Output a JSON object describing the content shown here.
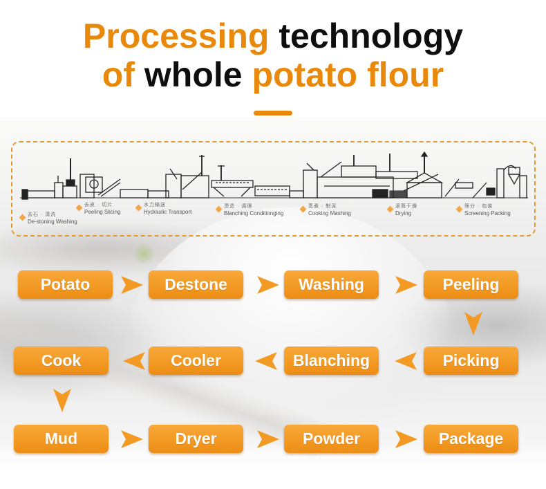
{
  "title": {
    "line1": [
      {
        "text": "Processing",
        "color": "#e8890c"
      },
      {
        "text": " technology",
        "color": "#0e0e0e"
      }
    ],
    "line2": [
      {
        "text": "of",
        "color": "#e8890c"
      },
      {
        "text": " whole",
        "color": "#0e0e0e"
      },
      {
        "text": " potato flour",
        "color": "#e8890c"
      }
    ]
  },
  "colors": {
    "accent": "#e8890c",
    "node_fill": "#f29a24",
    "dashed_border": "#e49a2f",
    "text_dark": "#0e0e0e"
  },
  "machinery_panel": {
    "stages": [
      {
        "cn": "去石 · 清洗",
        "en": "De-stoning Washing"
      },
      {
        "cn": "去皮 · 切片",
        "en": "Peeling Slicing"
      },
      {
        "cn": "水力输送",
        "en": "Hydraulic Transport"
      },
      {
        "cn": "漂烫 · 调理",
        "en": "Blanching Conditionging"
      },
      {
        "cn": "蒸煮 · 制泥",
        "en": "Cooking Mashing"
      },
      {
        "cn": "滚筒干燥",
        "en": "Drying"
      },
      {
        "cn": "筛分 · 包装",
        "en": "Screening Packing"
      }
    ]
  },
  "flow": {
    "row1": [
      "Potato",
      "Destone",
      "Washing",
      "Peeling"
    ],
    "row2": [
      "Cook",
      "Cooler",
      "Blanching",
      "Picking"
    ],
    "row3": [
      "Mud",
      "Dryer",
      "Powder",
      "Package"
    ],
    "arrow_icons": {
      "right": "chevron-right-icon",
      "left": "chevron-left-icon",
      "down": "chevron-down-icon"
    }
  }
}
